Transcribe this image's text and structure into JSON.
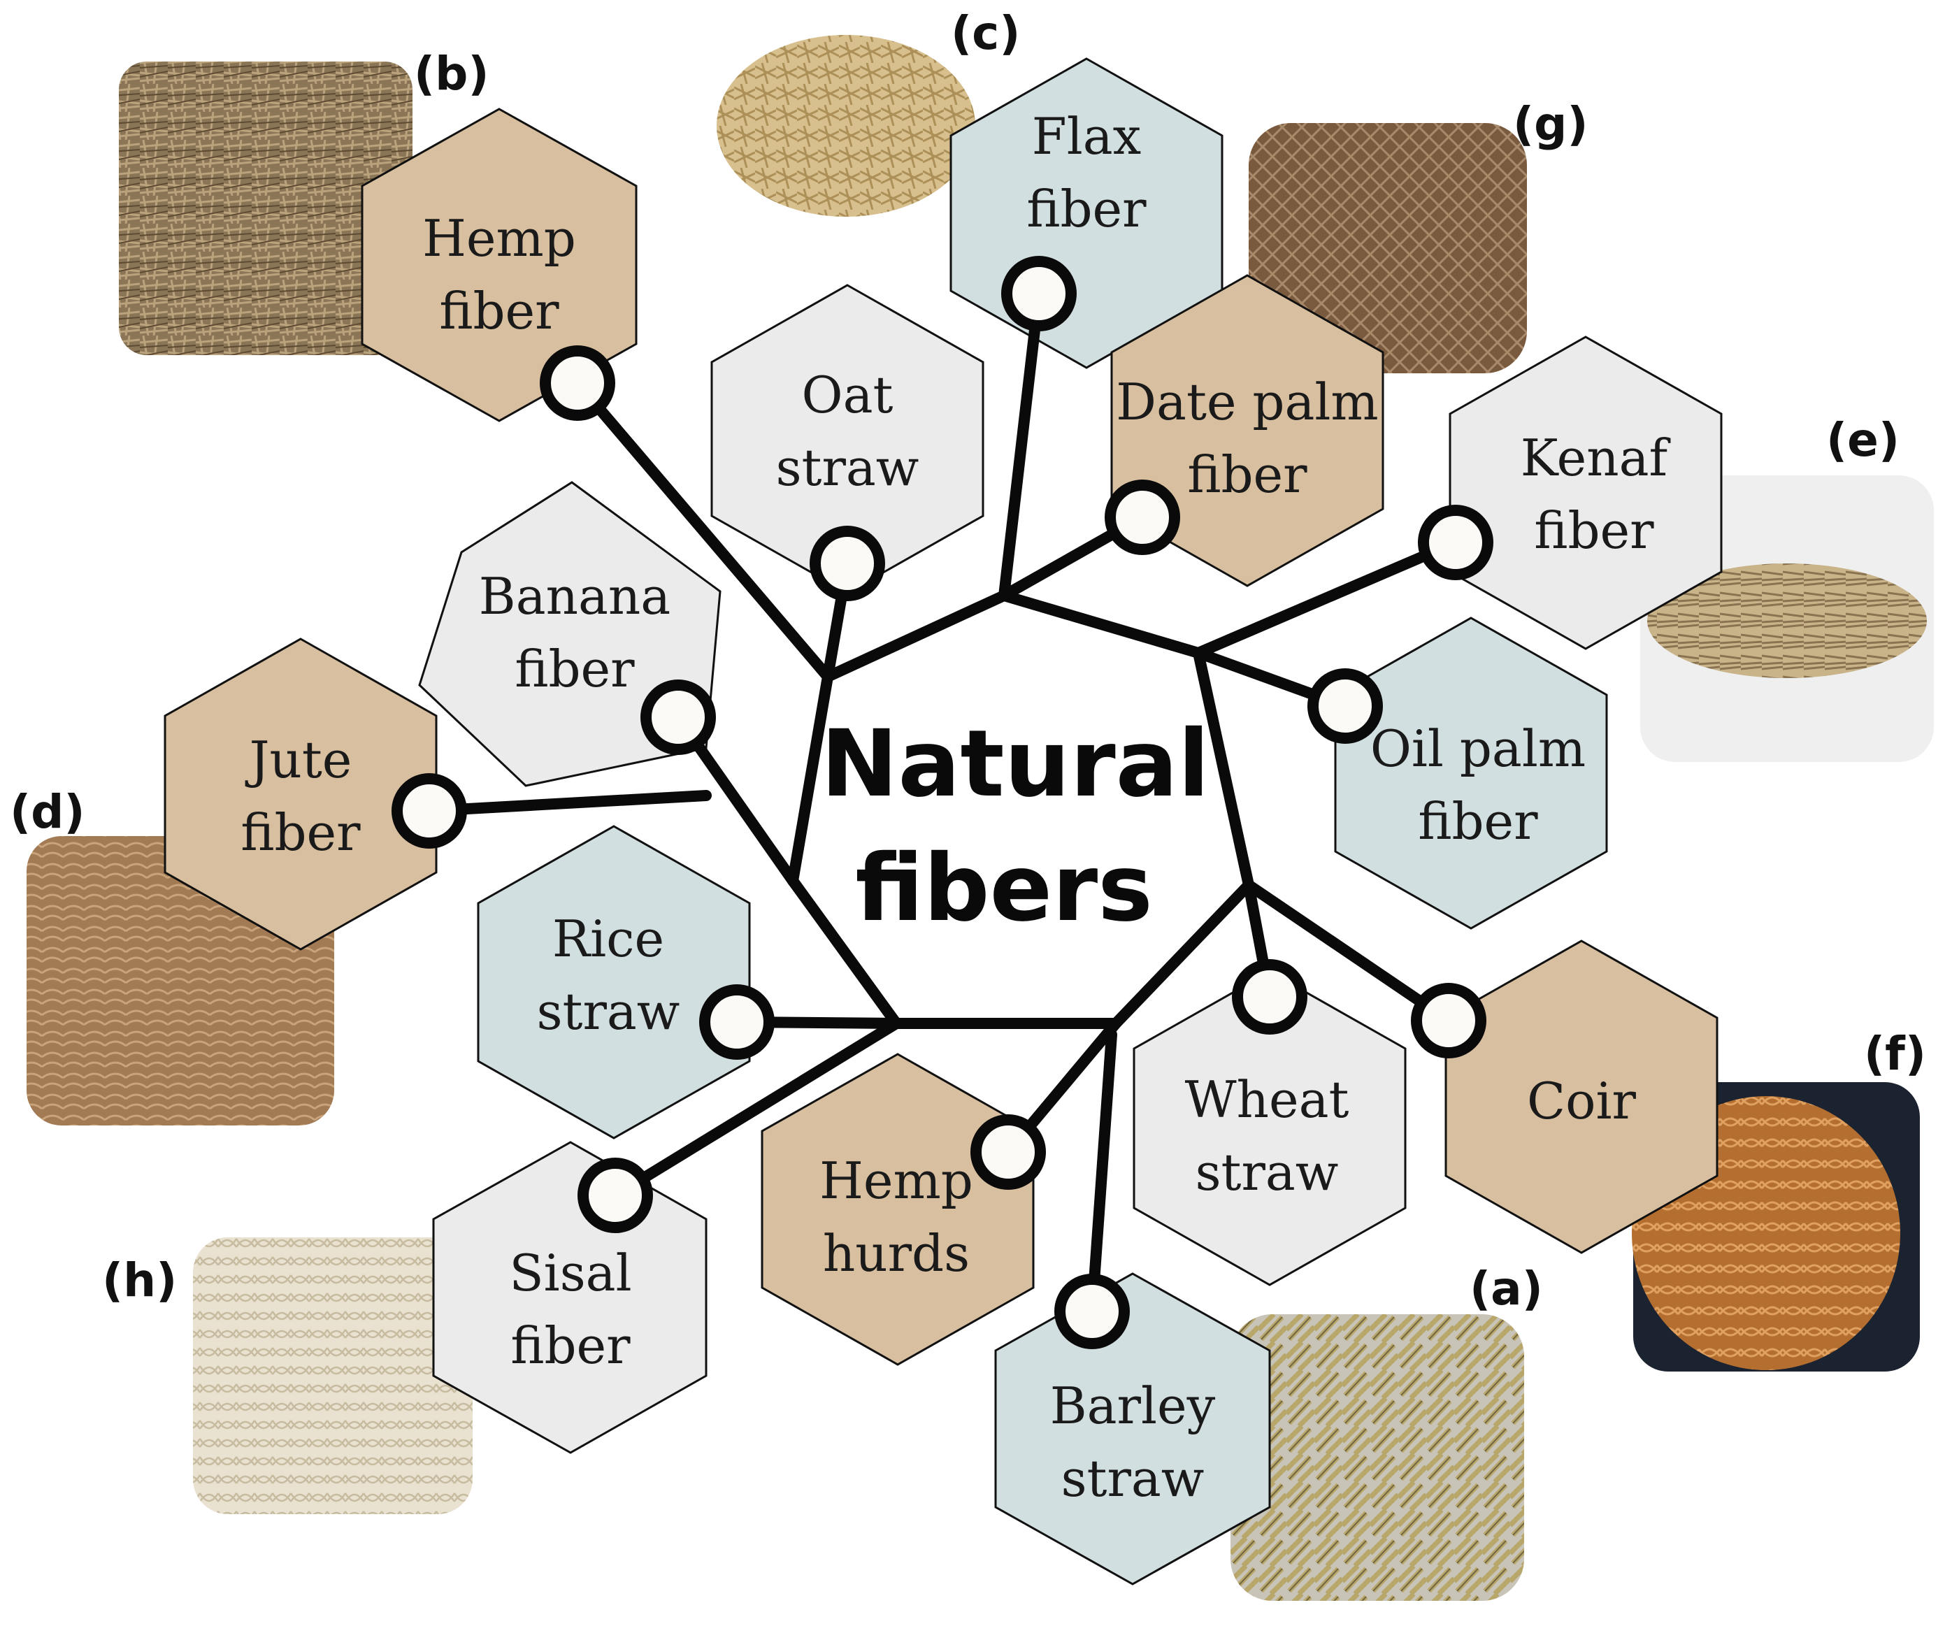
{
  "center": {
    "line1": "Natural",
    "line2": "fibers"
  },
  "colors": {
    "tan": "#d8bf9f",
    "bluegray": "#d2dfe1",
    "lightgray": "#ebebeb",
    "line": "#0a0a0a",
    "node": "#fbfaf6"
  },
  "fibers": [
    {
      "id": "hemp-fiber",
      "line1": "Hemp",
      "line2": "fiber",
      "color": "tan"
    },
    {
      "id": "flax-fiber",
      "line1": "Flax",
      "line2": "fiber",
      "color": "bluegray"
    },
    {
      "id": "oat-straw",
      "line1": "Oat",
      "line2": "straw",
      "color": "lightgray"
    },
    {
      "id": "date-palm-fiber",
      "line1": "Date palm",
      "line2": "fiber",
      "color": "tan"
    },
    {
      "id": "kenaf-fiber",
      "line1": "Kenaf",
      "line2": "fiber",
      "color": "lightgray"
    },
    {
      "id": "banana-fiber",
      "line1": "Banana",
      "line2": "fiber",
      "color": "lightgray"
    },
    {
      "id": "jute-fiber",
      "line1": "Jute",
      "line2": "fiber",
      "color": "tan"
    },
    {
      "id": "oil-palm-fiber",
      "line1": "Oil palm",
      "line2": "fiber",
      "color": "bluegray"
    },
    {
      "id": "rice-straw",
      "line1": "Rice",
      "line2": "straw",
      "color": "bluegray"
    },
    {
      "id": "wheat-straw",
      "line1": "Wheat",
      "line2": "straw",
      "color": "lightgray"
    },
    {
      "id": "coir",
      "line1": "Coir",
      "line2": "",
      "color": "tan"
    },
    {
      "id": "hemp-hurds",
      "line1": "Hemp",
      "line2": "hurds",
      "color": "tan"
    },
    {
      "id": "sisal-fiber",
      "line1": "Sisal",
      "line2": "fiber",
      "color": "lightgray"
    },
    {
      "id": "barley-straw",
      "line1": "Barley",
      "line2": "straw",
      "color": "bluegray"
    }
  ],
  "photos": [
    {
      "id": "b",
      "label": "(b)",
      "subject": "hemp fiber bale"
    },
    {
      "id": "c",
      "label": "(c)",
      "subject": "flax fiber tuft"
    },
    {
      "id": "g",
      "label": "(g)",
      "subject": "date palm fiber mesh"
    },
    {
      "id": "e",
      "label": "(e)",
      "subject": "kenaf fiber bundle"
    },
    {
      "id": "d",
      "label": "(d)",
      "subject": "jute fiber mass"
    },
    {
      "id": "f",
      "label": "(f)",
      "subject": "coir fiber ball"
    },
    {
      "id": "h",
      "label": "(h)",
      "subject": "sisal fiber strands"
    },
    {
      "id": "a",
      "label": "(a)",
      "subject": "barley straw pieces"
    }
  ]
}
